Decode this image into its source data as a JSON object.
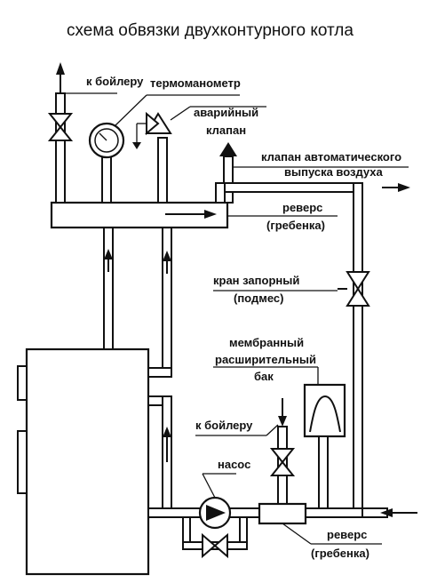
{
  "title": "схема обвязки двухконтурного котла",
  "labels": {
    "to_boiler_top": "к бойлеру",
    "thermomanometer": "термоманометр",
    "emergency_valve_1": "аварийный",
    "emergency_valve_2": "клапан",
    "auto_air_valve_1": "клапан автоматического",
    "auto_air_valve_2": "выпуска воздуха",
    "manifold_top_1": "реверс",
    "manifold_top_2": "(гребенка)",
    "shutoff_valve_1": "кран запорный",
    "shutoff_valve_2": "(подмес)",
    "expansion_tank_1": "мембранный",
    "expansion_tank_2": "расширительный",
    "expansion_tank_3": "бак",
    "to_boiler_bottom": "к бойлеру",
    "pump": "насос",
    "manifold_bottom_1": "реверс",
    "manifold_bottom_2": "(гребенка)"
  }
}
